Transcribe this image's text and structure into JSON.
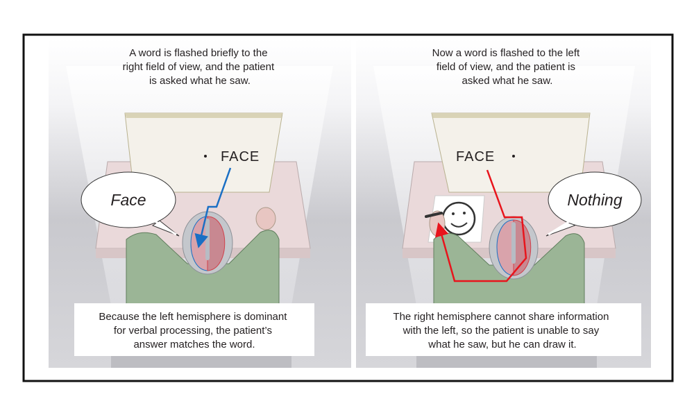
{
  "panels": [
    {
      "top_caption": [
        "A word is flashed briefly to the",
        "right field of view, and the patient",
        "is asked what he saw."
      ],
      "screen_word": "FACE",
      "speech": "Face",
      "bottom_caption": [
        "Because the left hemisphere is dominant",
        "for verbal processing, the patient’s",
        "answer matches the word."
      ],
      "pathway_color": "#1a6fc4"
    },
    {
      "top_caption": [
        "Now a word is flashed to the left",
        "field of view, and the patient is",
        "asked what he saw."
      ],
      "screen_word": "FACE",
      "speech": "Nothing",
      "bottom_caption": [
        "The right hemisphere cannot share information",
        "with the left, so the patient is unable to say",
        "what he saw, but he can draw it."
      ],
      "pathway_color": "#e8141c"
    }
  ]
}
